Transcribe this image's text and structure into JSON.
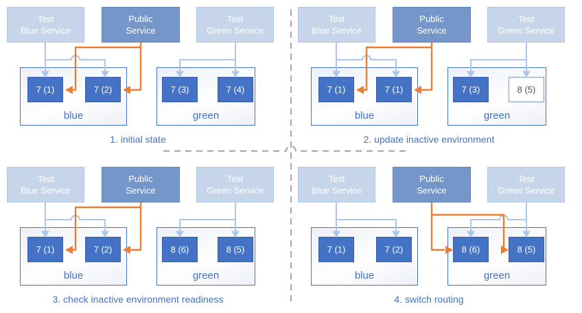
{
  "diagram": {
    "name": "blue-green deployment steps",
    "colors": {
      "accent_blue": "#4472c4",
      "service_light_fill": "#c7d5eb",
      "service_public_fill": "#7496c8",
      "instance_fill": "#4472c4",
      "instance_text": "#ffffff",
      "inactive_instance_text": "#44546a",
      "test_arrow_light_blue": "#aec6e8",
      "public_arrow_orange": "#ed7d31",
      "divider_gray": "#a6a6a6"
    },
    "panels": [
      {
        "caption": "1. initial state",
        "public_routes_to": "blue",
        "services": [
          {
            "line1": "Test",
            "line2": "Blue Service"
          },
          {
            "line1": "Public",
            "line2": "Service"
          },
          {
            "line1": "Test",
            "line2": "Green Service"
          }
        ],
        "environments": [
          {
            "label": "blue",
            "nodes": [
              {
                "text": "7 (1)",
                "style": "filled"
              },
              {
                "text": "7 (2)",
                "style": "filled"
              }
            ]
          },
          {
            "label": "green",
            "nodes": [
              {
                "text": "7 (3)",
                "style": "filled"
              },
              {
                "text": "7 (4)",
                "style": "filled"
              }
            ]
          }
        ]
      },
      {
        "caption": "2. update inactive environment",
        "public_routes_to": "blue",
        "services": [
          {
            "line1": "Test",
            "line2": "Blue Service"
          },
          {
            "line1": "Public",
            "line2": "Service"
          },
          {
            "line1": "Test",
            "line2": "Green Service"
          }
        ],
        "environments": [
          {
            "label": "blue",
            "nodes": [
              {
                "text": "7 (1)",
                "style": "filled"
              },
              {
                "text": "7 (1)",
                "style": "filled"
              }
            ]
          },
          {
            "label": "green",
            "nodes": [
              {
                "text": "7 (3)",
                "style": "filled"
              },
              {
                "text": "8 (5)",
                "style": "outline"
              }
            ]
          }
        ]
      },
      {
        "caption": "3. check inactive environment readiness",
        "public_routes_to": "blue",
        "services": [
          {
            "line1": "Test",
            "line2": "Blue Service"
          },
          {
            "line1": "Public",
            "line2": "Service"
          },
          {
            "line1": "Test",
            "line2": "Green Service"
          }
        ],
        "environments": [
          {
            "label": "blue",
            "nodes": [
              {
                "text": "7 (1)",
                "style": "filled"
              },
              {
                "text": "7 (2)",
                "style": "filled"
              }
            ]
          },
          {
            "label": "green",
            "nodes": [
              {
                "text": "8 (6)",
                "style": "filled"
              },
              {
                "text": "8 (5)",
                "style": "filled"
              }
            ]
          }
        ]
      },
      {
        "caption": "4. switch routing",
        "public_routes_to": "green",
        "services": [
          {
            "line1": "Test",
            "line2": "Blue Service"
          },
          {
            "line1": "Public",
            "line2": "Service"
          },
          {
            "line1": "Test",
            "line2": "Green Service"
          }
        ],
        "environments": [
          {
            "label": "blue",
            "nodes": [
              {
                "text": "7 (1)",
                "style": "filled"
              },
              {
                "text": "7 (2)",
                "style": "filled"
              }
            ]
          },
          {
            "label": "green",
            "nodes": [
              {
                "text": "8 (6)",
                "style": "filled"
              },
              {
                "text": "8 (5)",
                "style": "filled"
              }
            ]
          }
        ]
      }
    ]
  }
}
